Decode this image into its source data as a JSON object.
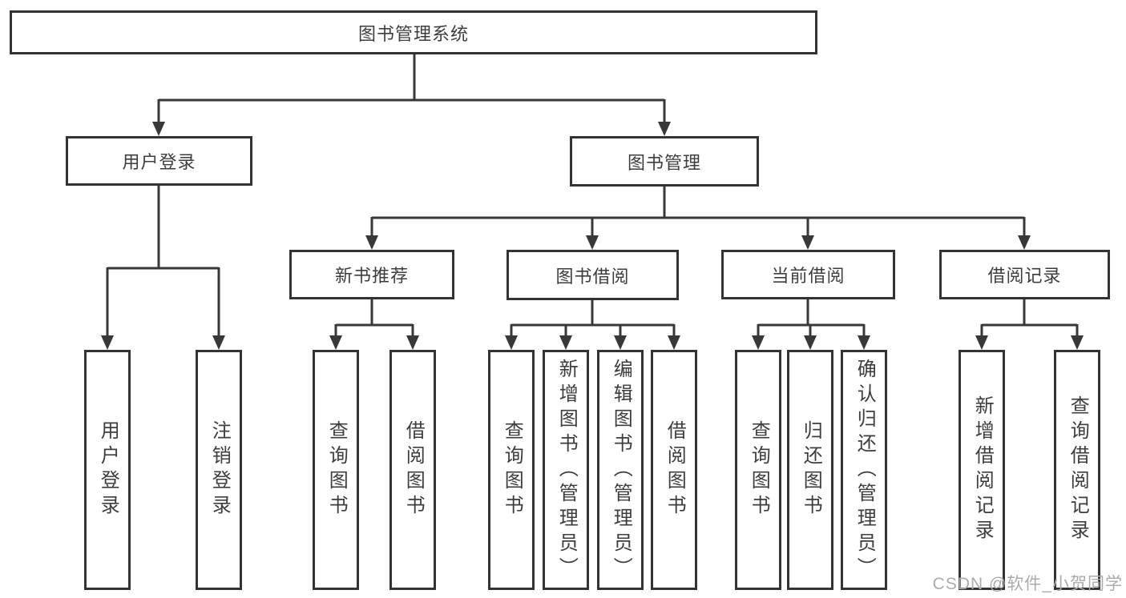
{
  "diagram": {
    "root": {
      "label": "图书管理系统"
    },
    "level2": [
      {
        "label": "用户登录"
      },
      {
        "label": "图书管理"
      }
    ],
    "level3": [
      {
        "label": "新书推荐"
      },
      {
        "label": "图书借阅"
      },
      {
        "label": "当前借阅"
      },
      {
        "label": "借阅记录"
      }
    ],
    "leaves": {
      "user_login": [
        "用户登录",
        "注销登录"
      ],
      "new_book": [
        "查询图书",
        "借阅图书"
      ],
      "book_borrow": [
        "查询图书",
        "新增图书（管理员）",
        "编辑图书（管理员）",
        "借阅图书"
      ],
      "current_borrow": [
        "查询图书",
        "归还图书",
        "确认归还（管理员）"
      ],
      "borrow_record": [
        "新增借阅记录",
        "查询借阅记录"
      ]
    }
  },
  "watermark": "CSDN @软件_小贺同学",
  "colors": {
    "line": "#383838",
    "box_border": "#333333",
    "text": "#3d3d3d",
    "watermark": "#ababab",
    "background": "#ffffff"
  }
}
